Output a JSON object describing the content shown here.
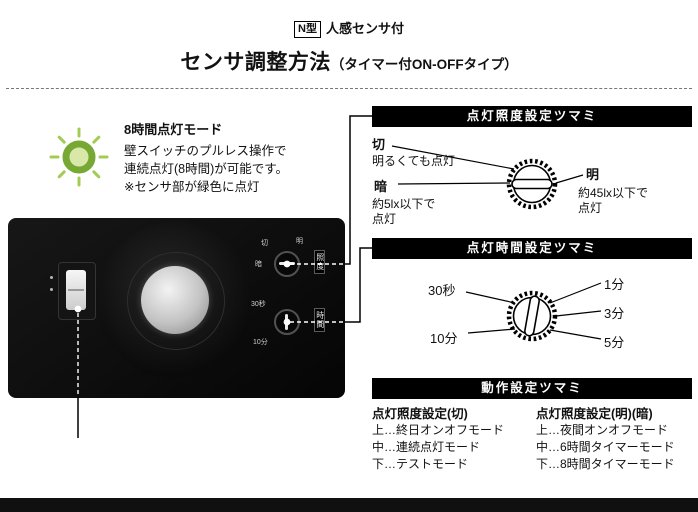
{
  "header": {
    "badge": "N型",
    "badge_label": "人感センサ付",
    "title": "センサ調整方法",
    "subtitle": "（タイマー付ON-OFFタイプ）"
  },
  "led_note": {
    "heading": "8時間点灯モード",
    "body1": "壁スイッチのプルレス操作で",
    "body2": "連続点灯(8時間)が可能です。",
    "body3": "※センサ部が緑色に点灯"
  },
  "photo": {
    "knob1": {
      "off": "切",
      "bright": "明",
      "dark": "暗",
      "tab": "照度"
    },
    "knob2": {
      "s30": "30秒",
      "m10": "10分",
      "tab": "時間"
    }
  },
  "illuminance_section": {
    "title": "点灯照度設定ツマミ",
    "off": "切",
    "off_desc": "明るくても点灯",
    "dark": "暗",
    "dark_desc_1": "約5lx以下で",
    "dark_desc_2": "点灯",
    "bright": "明",
    "bright_desc_1": "約45lx以下で",
    "bright_desc_2": "点灯"
  },
  "time_section": {
    "title": "点灯時間設定ツマミ",
    "sec30": "30秒",
    "min10": "10分",
    "min1": "1分",
    "min3": "3分",
    "min5": "5分"
  },
  "operation_section": {
    "title": "動作設定ツマミ",
    "col1_heading": "点灯照度設定(切)",
    "col1_item1": "上…終日オンオフモード",
    "col1_item2": "中…連続点灯モード",
    "col1_item3": "下…テストモード",
    "col2_heading": "点灯照度設定(明)(暗)",
    "col2_item1": "上…夜間オンオフモード",
    "col2_item2": "中…6時間タイマーモード",
    "col2_item3": "下…8時間タイマーモード"
  },
  "colors": {
    "led_green": "#8cc63f",
    "header_bar": "#000000"
  }
}
